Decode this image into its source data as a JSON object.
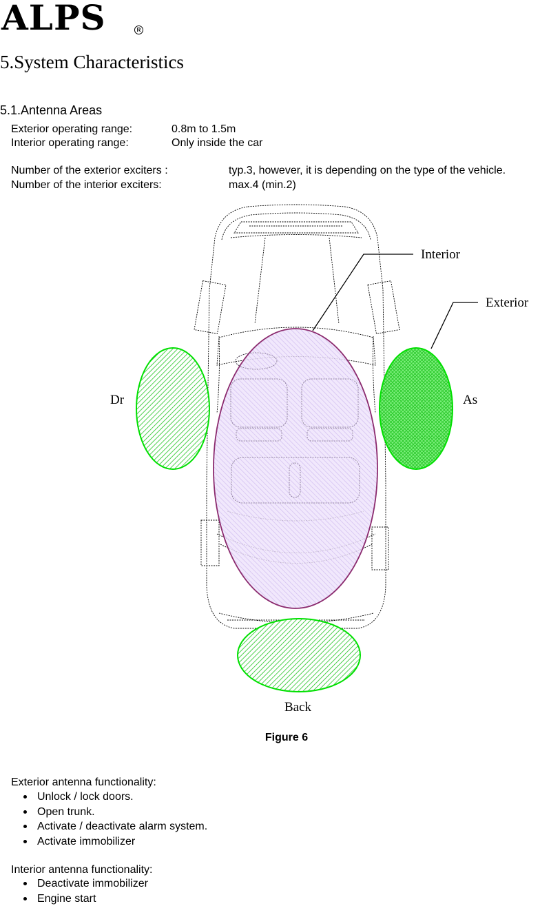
{
  "brand": {
    "logo_text": "ALPS",
    "registered_mark": "R"
  },
  "section": {
    "title": "5.System Characteristics"
  },
  "subsection": {
    "title": "5.1.Antenna Areas"
  },
  "specs": [
    {
      "label": "Exterior operating range:",
      "value": "0.8m to 1.5m"
    },
    {
      "label": "Interior operating range:",
      "value": "Only inside the car"
    },
    {
      "label": "Number of the exterior exciters :",
      "value": "typ.3, however, it is depending on the type of the vehicle."
    },
    {
      "label": "Number of the interior exciters:",
      "value": "max.4 (min.2)"
    }
  ],
  "figure": {
    "labels": {
      "interior": "Interior",
      "exterior": "Exterior",
      "driver": "Dr",
      "assistant": "As",
      "back": "Back"
    },
    "caption": "Figure 6",
    "colors": {
      "exterior_zone": "#00e000",
      "interior_zone": "#8b2a6e",
      "interior_fill": "#e6d8f8"
    }
  },
  "exterior_functionality": {
    "heading": "Exterior antenna functionality:",
    "items": [
      "Unlock / lock doors.",
      "Open trunk.",
      "Activate / deactivate alarm system.",
      "Activate immobilizer"
    ]
  },
  "interior_functionality": {
    "heading": "Interior antenna functionality:",
    "items": [
      "Deactivate immobilizer",
      "Engine start"
    ]
  }
}
